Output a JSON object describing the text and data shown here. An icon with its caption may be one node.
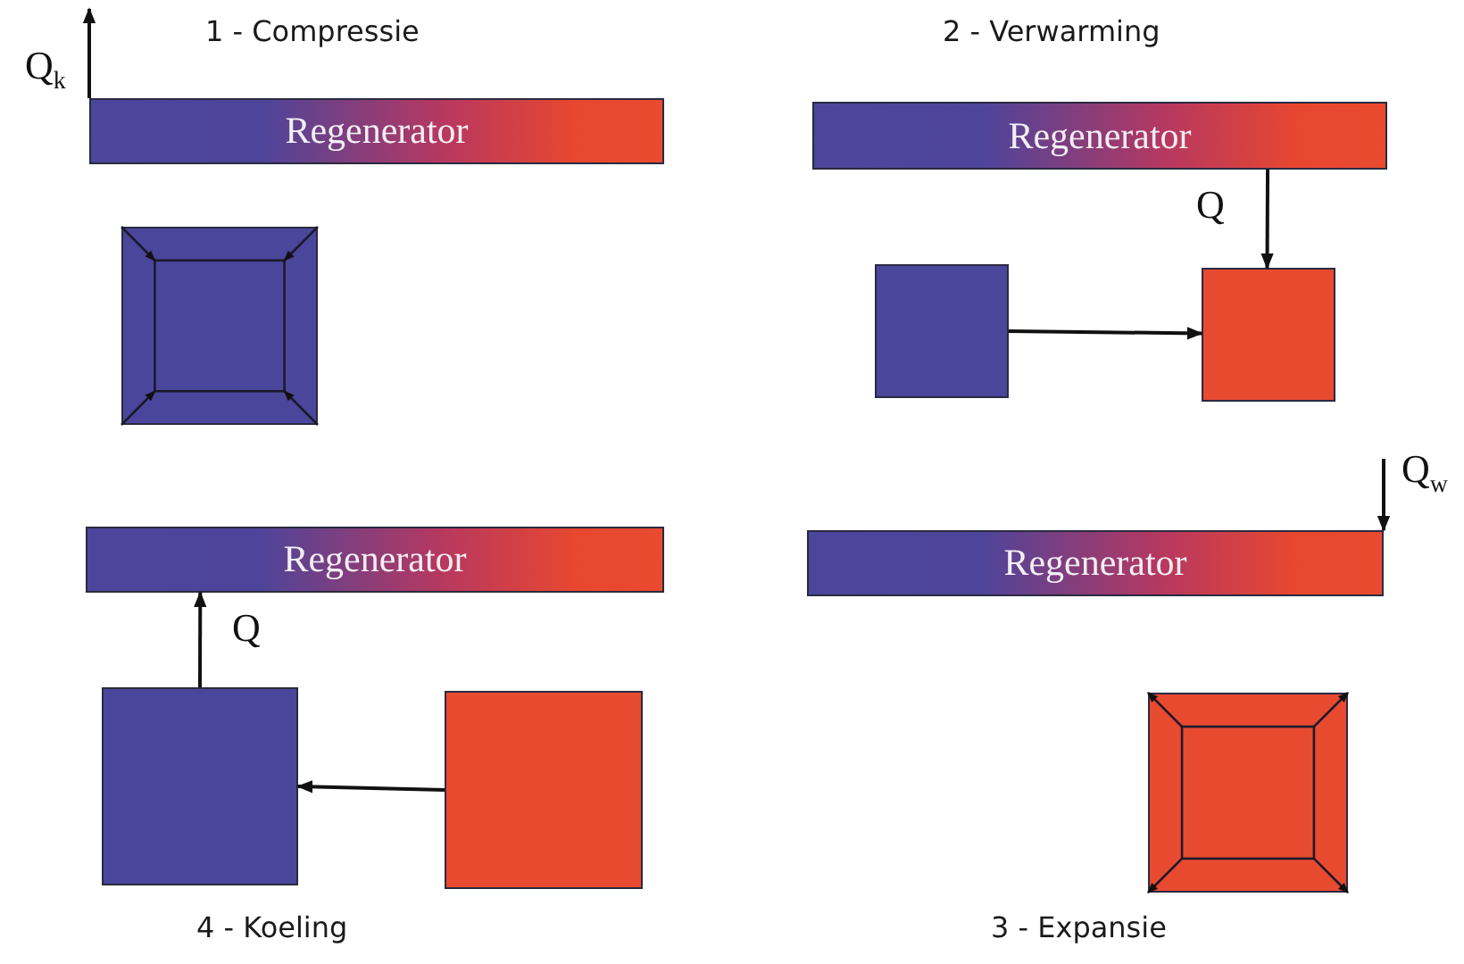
{
  "diagram": {
    "nodes": [
      {
        "text": [
          "Regenerator"
        ]
      },
      {
        "text": [],
        "shape": "box"
      },
      {
        "text": [
          "Regenerator"
        ]
      },
      {
        "text": [],
        "shape": "box"
      },
      {
        "text": [],
        "shape": "box"
      },
      {
        "text": [
          "Regenerator"
        ]
      },
      {
        "text": [],
        "shape": "box"
      },
      {
        "text": [],
        "shape": "box"
      },
      {
        "text": [
          "Regenerator"
        ]
      },
      {
        "text": [],
        "shape": "box"
      }
    ],
    "edges": [
      {
        "from": 0,
        "to": null,
        "arrow": "to",
        "label": "Q$_{k}$"
      },
      {
        "from": 3,
        "to": 4,
        "arrow": "to"
      },
      {
        "from": 2,
        "to": 4,
        "arrow": "to",
        "label": "Q"
      },
      {
        "from": 7,
        "to": 6,
        "arrow": "to"
      },
      {
        "from": 6,
        "to": 5,
        "arrow": "to",
        "label": "Q"
      },
      {
        "from": null,
        "to": 8,
        "arrow": "to",
        "label": "Q$_{w}$"
      }
    ],
    "labels": [
      "1 - Compressie",
      "2 - Verwarming",
      "4 - Koeling",
      "3 - Expansie"
    ]
  }
}
